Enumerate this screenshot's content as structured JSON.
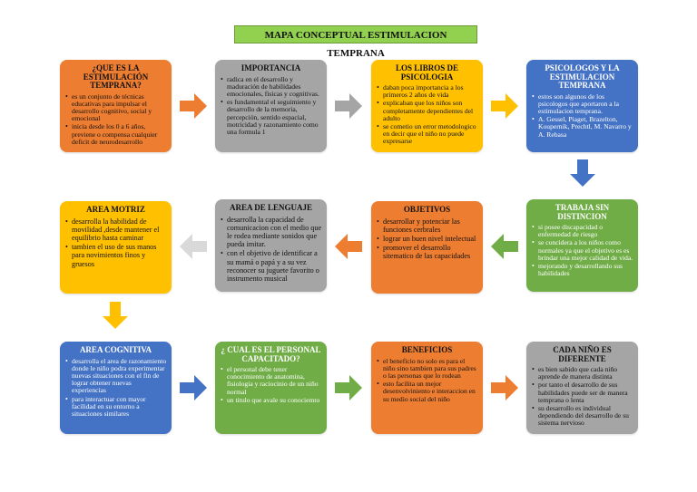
{
  "title": "MAPA CONCEPTUAL ESTIMULACION TEMPRANA",
  "colors": {
    "orange": "#ed7d31",
    "gray": "#a5a5a5",
    "yellow": "#ffc000",
    "blue": "#4472c4",
    "green": "#70ad47",
    "title_bg": "#92d050"
  },
  "nodes": {
    "que_es": {
      "title": "¿QUE ES LA ESTIMULACIÓN TEMPRANA?",
      "items": [
        "es un conjunto de técnicas educativas para impulsar el desarrollo cognitivo, social y emocional",
        "inicia desde los 0 a 6 años, previene o compensa cualquier deficit de neurodesarrollo"
      ]
    },
    "importancia": {
      "title": "IMPORTANCIA",
      "items": [
        "radica en el desarrollo y maduración de habilidades emocionales, fisicas y cognitivas.",
        "es fundamental el seguimiento y desarrollo de la memoria, percepción, sentido espacial, motricidad y razonamiento como una formula 1"
      ]
    },
    "libros": {
      "title": "LOS LIBROS DE PSICOLOGIA",
      "items": [
        "daban poca importancia a los primeros 2 años de vida",
        "explicaban que los niños son completamente dependientes del adulto",
        "se cometio un error metodologico en decir que el niño no puede expresarse"
      ]
    },
    "psicologos": {
      "title": "PSICOLOGOS Y LA ESTIMULACION TEMPRANA",
      "items": [
        "estos son algunos de los psicologos que aportaron a la estimulacion temprana.",
        "A. Gessel, Piaget, Brazelton, Koupernik, Prechtl, M. Navarro y A. Rebasa"
      ]
    },
    "area_motriz": {
      "title": "AREA MOTRIZ",
      "items": [
        "desarrolla la habilidad de movilidad ,desde mantener el equilibrio hasta caminar",
        "tambien el uso de sus manos para novimientos finos y gruesos"
      ]
    },
    "area_lenguaje": {
      "title": "AREA DE LENGUAJE",
      "items": [
        "desarrolla la capacidad de comunicacion con el medio que le rodea mediante sonidos que pueda imitar.",
        "con el objetivo de identificar a su mamá o papá y a su vez reconocer su juguete favorito o instrumento musical"
      ]
    },
    "objetivos": {
      "title": "OBJETIVOS",
      "items": [
        "desarrollar y potenciar las funciones cerbrales",
        "lograr un buen nivel intelectual",
        "promover el desarrollo sitematico de las capacidades"
      ]
    },
    "trabaja": {
      "title": "TRABAJA SIN DISTINCION",
      "items": [
        "si posee discapacidad o enfermedad de riesgo",
        "se concidera a los niños como normales ya que el objetivo es es brindar una mejor calidad de vida.",
        "mejorando y desarrollando sus habilidades"
      ]
    },
    "area_cognitiva": {
      "title": "AREA COGNITIVA",
      "items": [
        "desarrolla el area de razonamiento donde le niño podra experimentar nuevas situaciones con el fin de lograr obtener nuevas experiencias",
        "para interactuar con mayor facilidad en su entorno a situaciones similares"
      ]
    },
    "personal": {
      "title": "¿ CUAL ES EL PERSONAL CAPACITADO?",
      "items": [
        "el personal debe tener conocimiento de anatomina, fisiologia y raciocinio de un niño normal",
        "un titulo que avale su conociemto"
      ]
    },
    "beneficios": {
      "title": "BENEFICIOS",
      "items": [
        "el beneficio no solo es para el niño sino tambien para sus padres o las personas que lo rodean",
        "esto facilita un mejor desenvolviniento e interaccion en su medio social del niño"
      ]
    },
    "cada_nino": {
      "title": "CADA NIÑO ES DIFERENTE",
      "items": [
        "es bien sabido que cada niño aprende de manera distinta",
        "por tanto el desarrollo de sus habilidades puede ser de manera temprana o lenta",
        "su desarrollo es individual dependiendo del desarrollo de su sistema nervioso"
      ]
    }
  }
}
